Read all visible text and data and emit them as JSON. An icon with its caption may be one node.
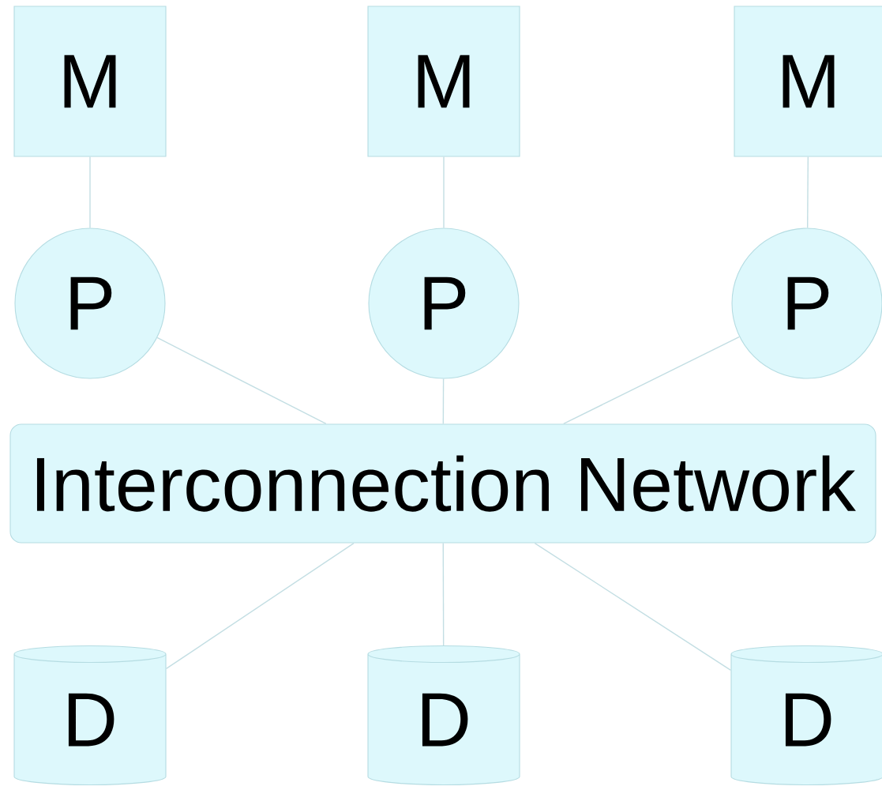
{
  "diagram": {
    "nodes": [
      {
        "text": [
          "M"
        ]
      },
      {
        "text": [
          "M"
        ]
      },
      {
        "text": [
          "M"
        ]
      },
      {
        "text": [
          "P"
        ]
      },
      {
        "text": [
          "P"
        ]
      },
      {
        "text": [
          "P"
        ]
      },
      {
        "text": [
          "Interconnection Network"
        ]
      },
      {
        "text": [
          "D"
        ]
      },
      {
        "text": [
          "D"
        ]
      },
      {
        "text": [
          "D"
        ]
      }
    ],
    "edges": [
      {
        "from": 0,
        "to": 3,
        "arrow": "none"
      },
      {
        "from": 1,
        "to": 4,
        "arrow": "none"
      },
      {
        "from": 2,
        "to": 5,
        "arrow": "none"
      },
      {
        "from": 3,
        "to": 6,
        "arrow": "none"
      },
      {
        "from": 4,
        "to": 6,
        "arrow": "none"
      },
      {
        "from": 5,
        "to": 6,
        "arrow": "none"
      },
      {
        "from": 6,
        "to": 7,
        "arrow": "none"
      },
      {
        "from": 6,
        "to": 8,
        "arrow": "none"
      },
      {
        "from": 6,
        "to": 9,
        "arrow": "none"
      }
    ]
  }
}
